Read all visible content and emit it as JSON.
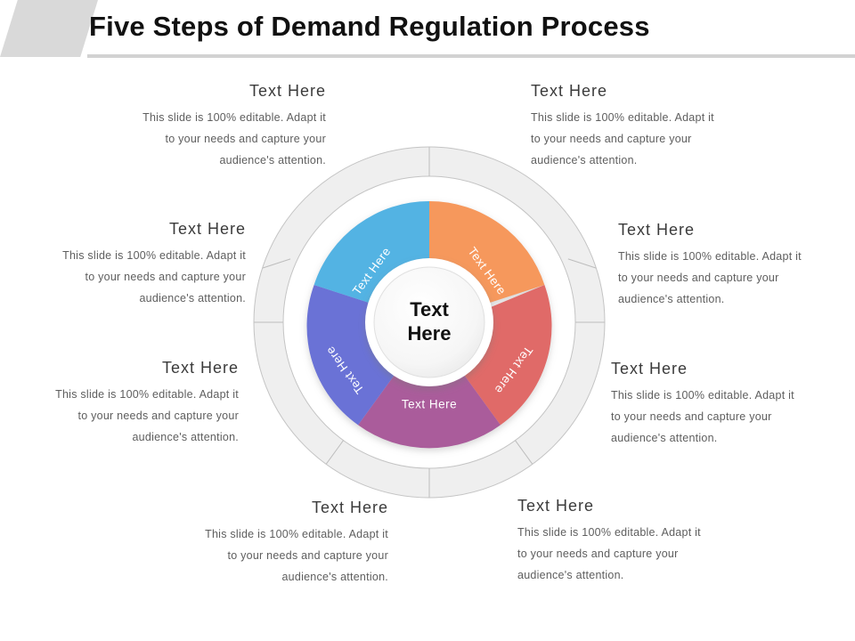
{
  "header": {
    "title": "Five Steps of Demand Regulation Process",
    "accent_color": "#d9d9d9",
    "rule_color": "#d2d2d2"
  },
  "callouts": {
    "body": "This slide is 100% editable. Adapt it to your needs and capture your audience's attention.",
    "body_line1": "This slide is 100% editable. Adapt it",
    "body_line2": "to your needs and capture your",
    "body_line3": "audience's attention.",
    "left": [
      {
        "title": "Text  Here",
        "align": "right"
      },
      {
        "title": "Text  Here",
        "align": "right"
      },
      {
        "title": "Text  Here",
        "align": "right"
      },
      {
        "title": "Text  Here",
        "align": "right"
      }
    ],
    "right": [
      {
        "title": "Text  Here",
        "align": "left"
      },
      {
        "title": "Text  Here",
        "align": "left"
      },
      {
        "title": "Text  Here",
        "align": "left"
      },
      {
        "title": "Text  Here",
        "align": "left"
      }
    ]
  },
  "wheel": {
    "center_label_line1": "Text",
    "center_label_line2": "Here",
    "outer_ring_color": "#eeeeee",
    "outer_ring_stroke": "#bdbdbd",
    "hub_fill": "#f4f4f4",
    "hub_ring": "#ffffff",
    "segments": [
      {
        "name": "segment-orange",
        "label": "Text Here",
        "color": "#F58A45",
        "color_dark": "#E4763A",
        "start_deg": 0,
        "end_deg": 72
      },
      {
        "name": "segment-red",
        "label": "Text Here",
        "color": "#E06A67",
        "color_dark": "#D4534F",
        "start_deg": 72,
        "end_deg": 144
      },
      {
        "name": "segment-purple",
        "label": "Text Here",
        "color": "#AA5C9B",
        "color_dark": "#99518C",
        "start_deg": 144,
        "end_deg": 216
      },
      {
        "name": "segment-periwinkle",
        "label": "Text Here",
        "color": "#6B72D6",
        "color_dark": "#5A61C8",
        "start_deg": 216,
        "end_deg": 288
      },
      {
        "name": "segment-lightblue",
        "label": "Text Here",
        "color": "#3BA9E0",
        "color_dark": "#2E96CC",
        "start_deg": 288,
        "end_deg": 360
      }
    ]
  }
}
